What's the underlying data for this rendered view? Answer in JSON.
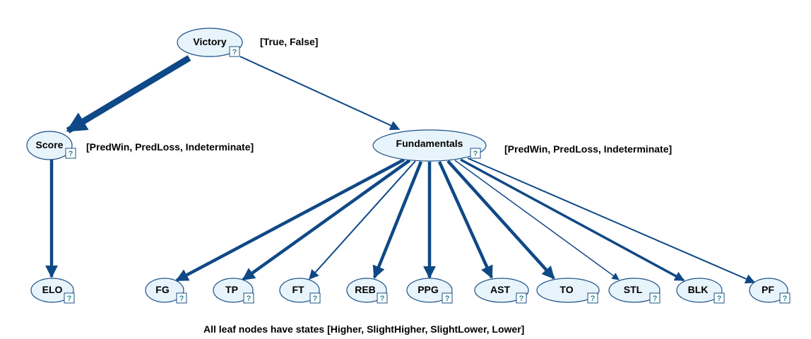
{
  "nodes": {
    "victory": {
      "label": "Victory",
      "states": "[True, False]"
    },
    "score": {
      "label": "Score",
      "states": "[PredWin, PredLoss, Indeterminate]"
    },
    "fundamentals": {
      "label": "Fundamentals",
      "states": "[PredWin, PredLoss, Indeterminate]"
    },
    "elo": {
      "label": "ELO"
    },
    "fg": {
      "label": "FG"
    },
    "tp": {
      "label": "TP"
    },
    "ft": {
      "label": "FT"
    },
    "reb": {
      "label": "REB"
    },
    "ppg": {
      "label": "PPG"
    },
    "ast": {
      "label": "AST"
    },
    "to": {
      "label": "TO"
    },
    "stl": {
      "label": "STL"
    },
    "blk": {
      "label": "BLK"
    },
    "pf": {
      "label": "PF"
    }
  },
  "node_marker": "?",
  "footer_note": "All leaf nodes have states [Higher, SlightHigher, SlightLower, Lower]",
  "edges": [
    {
      "from": "Victory",
      "to": "Score",
      "strength": "strong"
    },
    {
      "from": "Victory",
      "to": "Fundamentals",
      "strength": "weak"
    },
    {
      "from": "Score",
      "to": "ELO",
      "strength": "medium"
    },
    {
      "from": "Fundamentals",
      "to": "FG",
      "strength": "medium"
    },
    {
      "from": "Fundamentals",
      "to": "TP",
      "strength": "medium"
    },
    {
      "from": "Fundamentals",
      "to": "FT",
      "strength": "weak"
    },
    {
      "from": "Fundamentals",
      "to": "REB",
      "strength": "medium"
    },
    {
      "from": "Fundamentals",
      "to": "PPG",
      "strength": "medium"
    },
    {
      "from": "Fundamentals",
      "to": "AST",
      "strength": "medium"
    },
    {
      "from": "Fundamentals",
      "to": "TO",
      "strength": "medium"
    },
    {
      "from": "Fundamentals",
      "to": "STL",
      "strength": "weak"
    },
    {
      "from": "Fundamentals",
      "to": "BLK",
      "strength": "medium"
    },
    {
      "from": "Fundamentals",
      "to": "PF",
      "strength": "weak"
    }
  ],
  "colors": {
    "edge": "#0f4886",
    "node_fill": "#e8f4fb",
    "node_stroke": "#1a4f86",
    "marker": "#2a8a8a"
  }
}
